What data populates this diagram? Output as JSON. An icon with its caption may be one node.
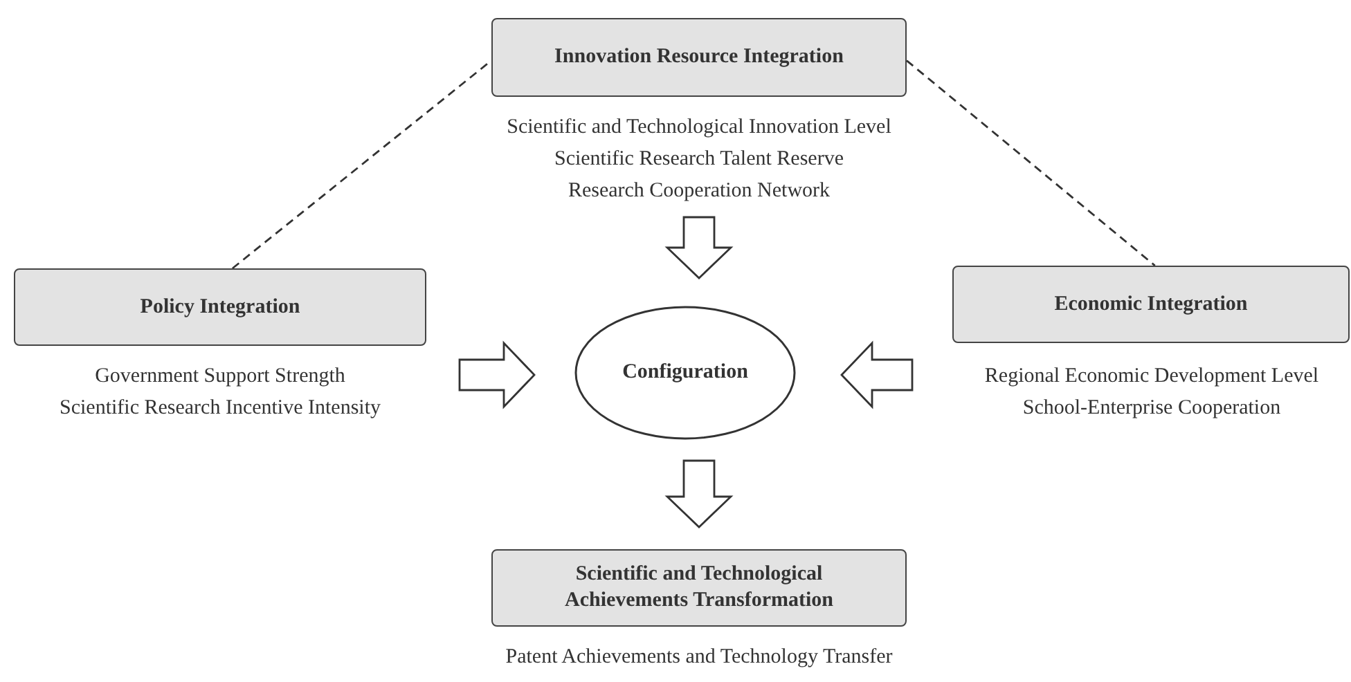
{
  "diagram": {
    "nodes": [
      {
        "text": [
          "Innovation Resource Integration"
        ],
        "beside": [
          "Scientific and Technological Innovation Level",
          "Scientific Research Talent Reserve",
          "Research Cooperation Network"
        ]
      },
      {
        "text": [
          "Policy Integration"
        ],
        "beside": [
          "Government Support Strength",
          "Scientific Research Incentive Intensity"
        ]
      },
      {
        "text": [
          "Configuration"
        ]
      },
      {
        "text": [
          "Economic Integration"
        ],
        "beside": [
          "Regional Economic Development Level",
          "School-Enterprise Cooperation"
        ]
      },
      {
        "text": [
          "Scientific and Technological Achievements Transformation"
        ],
        "beside": [
          "Patent Achievements and Technology Transfer"
        ]
      }
    ],
    "edges": [
      {
        "from": 1,
        "to": 0,
        "arrow": "none",
        "style": "dashed"
      },
      {
        "from": 0,
        "to": 3,
        "arrow": "none",
        "style": "dashed"
      },
      {
        "from": 0,
        "to": 2,
        "arrow": "to"
      },
      {
        "from": 1,
        "to": 2,
        "arrow": "to"
      },
      {
        "from": 3,
        "to": 2,
        "arrow": "to"
      },
      {
        "from": 2,
        "to": 4,
        "arrow": "to"
      }
    ]
  }
}
